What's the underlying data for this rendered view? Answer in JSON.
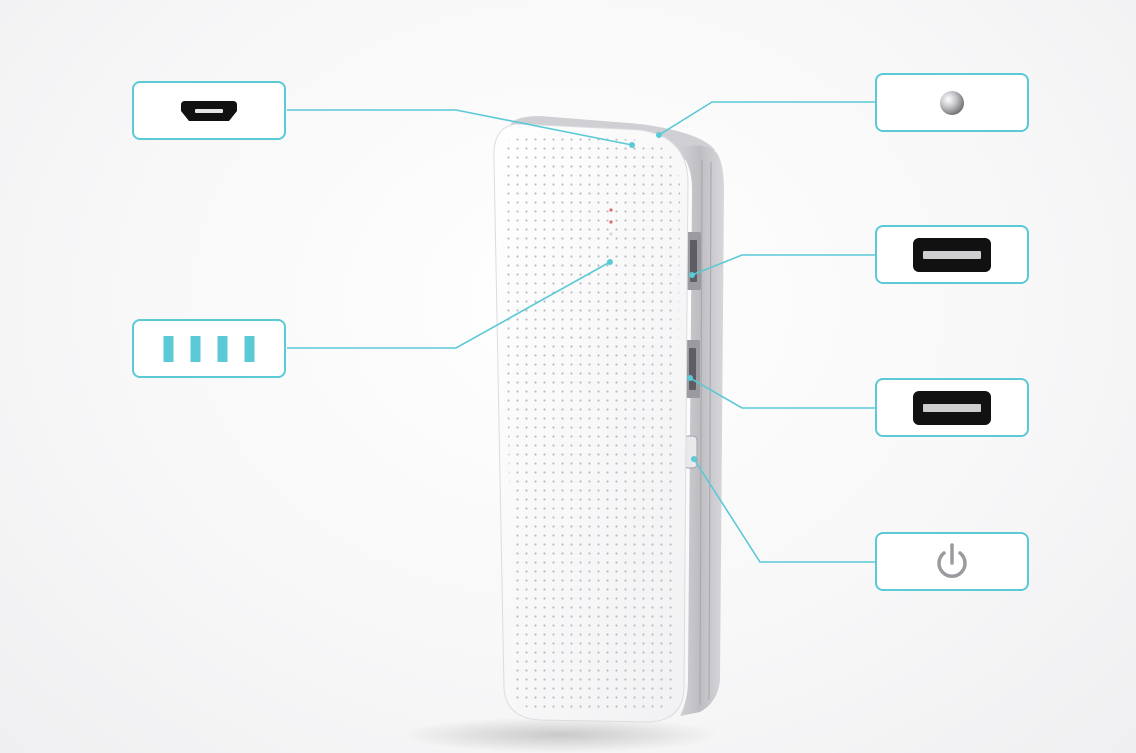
{
  "diagram": {
    "subject": "power-bank",
    "accent_color": "#5bc9d6",
    "device_color": "#ffffff",
    "edge_color": "#c9c9cd",
    "callouts": [
      {
        "name": "micro-usb-input-callout",
        "icon": "micro-usb-port-icon"
      },
      {
        "name": "flashlight-led-callout",
        "icon": "led-light-icon"
      },
      {
        "name": "battery-indicator-callout",
        "icon": "battery-level-icon",
        "level": 4,
        "level_max": 4
      },
      {
        "name": "usb-output-1-callout",
        "icon": "usb-port-icon"
      },
      {
        "name": "usb-output-2-callout",
        "icon": "usb-port-icon"
      },
      {
        "name": "power-button-callout",
        "icon": "power-icon"
      }
    ]
  }
}
